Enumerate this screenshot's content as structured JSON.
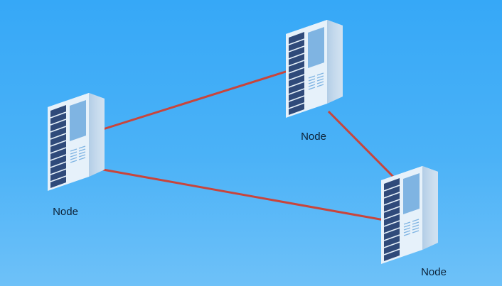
{
  "diagram": {
    "background_color": "#3aaaf7",
    "link_color": "#c8453c",
    "nodes": [
      {
        "id": "node-a",
        "label": "Node",
        "icon": "server-rack-icon"
      },
      {
        "id": "node-b",
        "label": "Node",
        "icon": "server-rack-icon"
      },
      {
        "id": "node-c",
        "label": "Node",
        "icon": "server-rack-icon"
      }
    ],
    "links": [
      {
        "from": "node-a",
        "to": "node-b"
      },
      {
        "from": "node-b",
        "to": "node-c"
      },
      {
        "from": "node-a",
        "to": "node-c"
      }
    ]
  }
}
